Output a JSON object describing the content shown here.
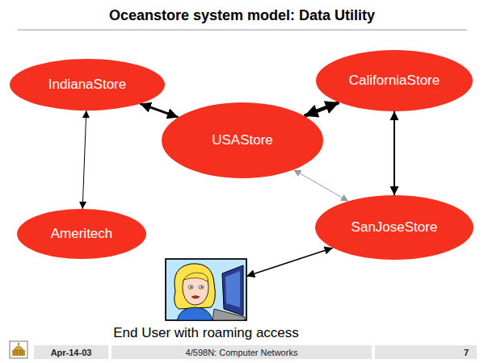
{
  "diagram": {
    "title": "Oceanstore system model: Data Utility",
    "nodes": [
      {
        "text": [
          "IndianaStore"
        ]
      },
      {
        "text": [
          "CaliforniaStore"
        ]
      },
      {
        "text": [
          "USAStore"
        ]
      },
      {
        "text": [
          "Ameritech"
        ]
      },
      {
        "text": [
          "SanJoseStore"
        ]
      },
      {
        "text": [
          "End User with roaming access"
        ]
      }
    ],
    "edges": [
      {
        "from": 0,
        "to": 2,
        "arrow": "both"
      },
      {
        "from": 2,
        "to": 1,
        "arrow": "both"
      },
      {
        "from": 1,
        "to": 4,
        "arrow": "both"
      },
      {
        "from": 2,
        "to": 4,
        "arrow": "both"
      },
      {
        "from": 0,
        "to": 3,
        "arrow": "both"
      },
      {
        "from": 4,
        "to": 5,
        "arrow": "both"
      }
    ],
    "labels": [
      "Apr-14-03",
      "4/598N: Computer Networks",
      "7"
    ]
  }
}
